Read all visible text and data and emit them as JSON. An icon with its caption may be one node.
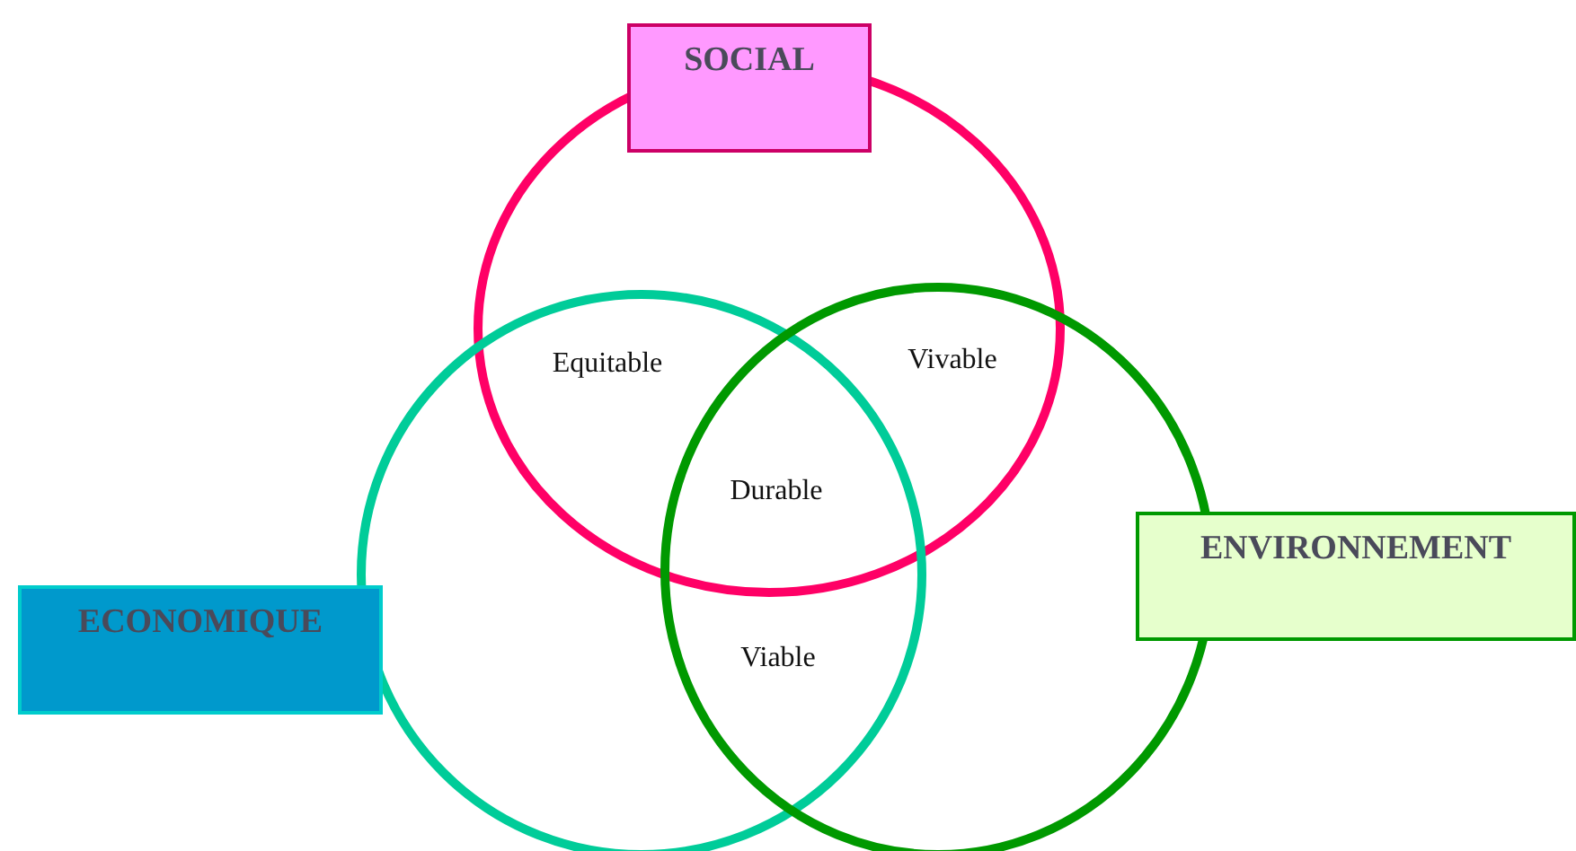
{
  "diagram": {
    "nodes": [
      {
        "text": [
          "SOCIAL"
        ]
      },
      {
        "text": [
          "ECONOMIQUE"
        ]
      },
      {
        "text": [
          "ENVIRONNEMENT"
        ]
      }
    ],
    "labels": [
      "Equitable",
      "Vivable",
      "Durable",
      "Viable"
    ]
  }
}
